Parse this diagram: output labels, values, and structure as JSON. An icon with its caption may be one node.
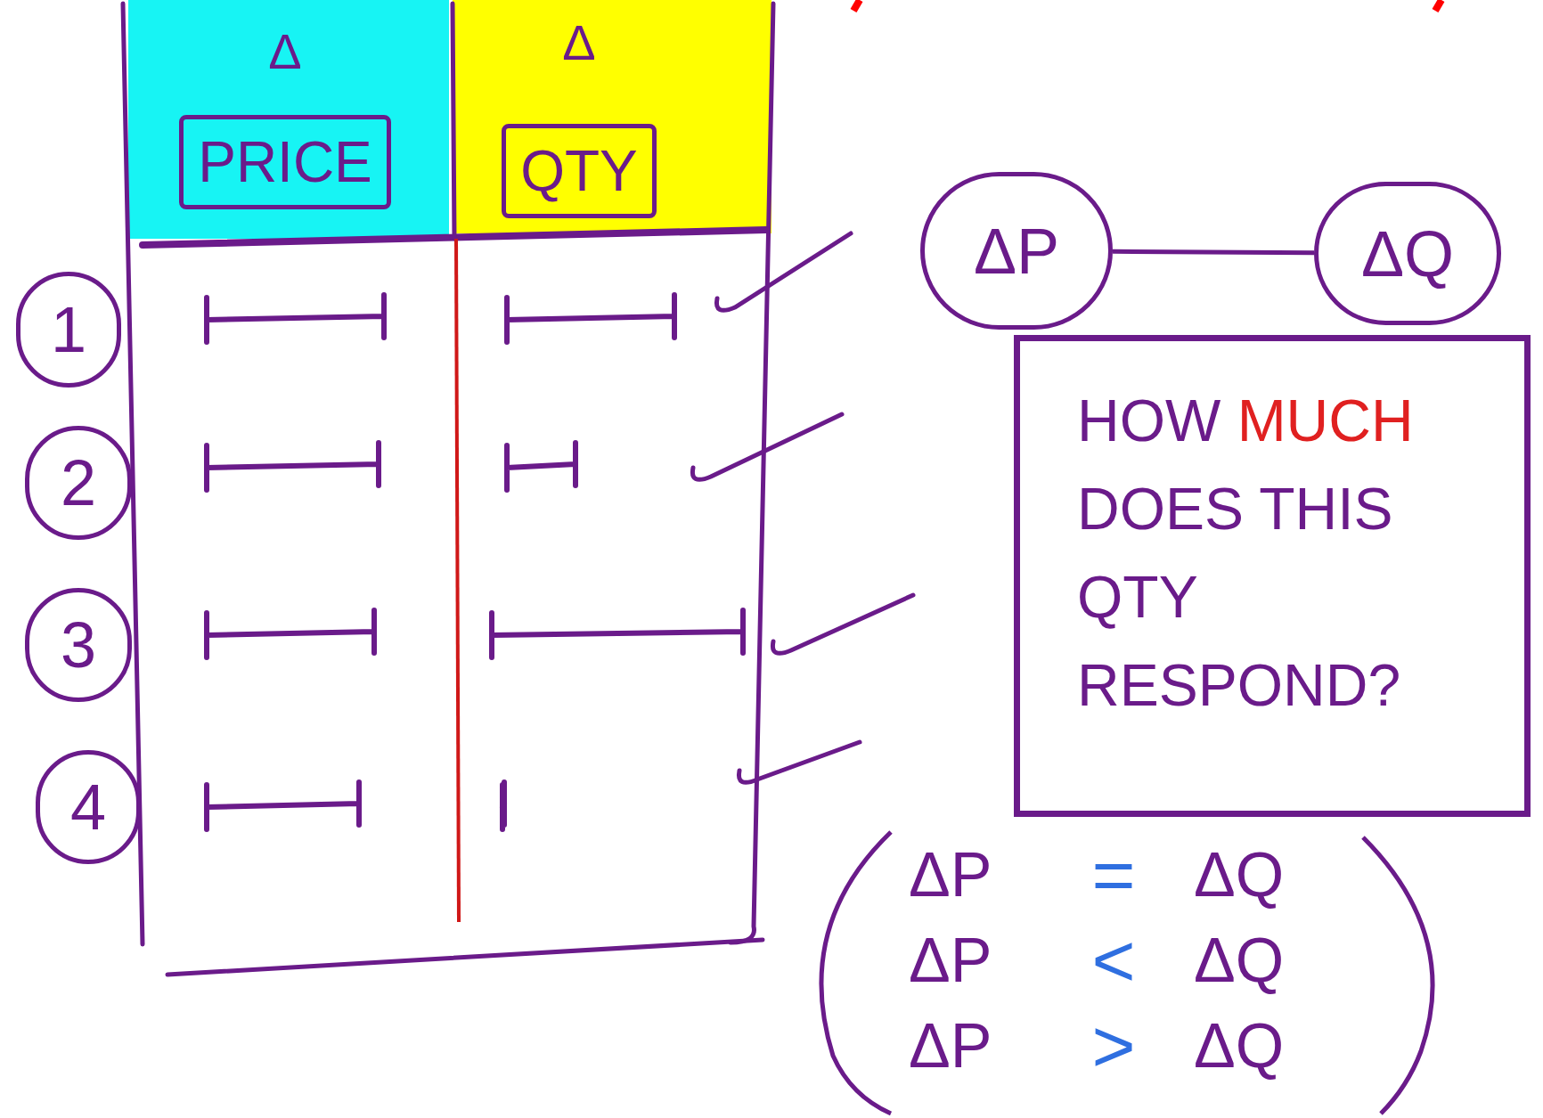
{
  "diagram": {
    "nodes": [
      {
        "text": [
          "Δ",
          "PRICE"
        ]
      },
      {
        "text": [
          "Δ",
          "QTY"
        ]
      },
      {
        "text": [
          "1"
        ]
      },
      {
        "text": [
          "2"
        ]
      },
      {
        "text": [
          "3"
        ]
      },
      {
        "text": [
          "4"
        ]
      },
      {
        "text": [
          "ΔP"
        ]
      },
      {
        "text": [
          "ΔQ"
        ]
      },
      {
        "text": [
          "HOW",
          "MUCH",
          "DOES THIS QTY RESPOND?"
        ]
      }
    ],
    "edges": [
      {
        "from": 6,
        "to": 7,
        "arrow": "none"
      }
    ],
    "labels": [
      "ΔP",
      "=",
      "ΔQ",
      "ΔP",
      "<",
      "ΔQ",
      "ΔP",
      ">",
      "ΔQ"
    ]
  }
}
